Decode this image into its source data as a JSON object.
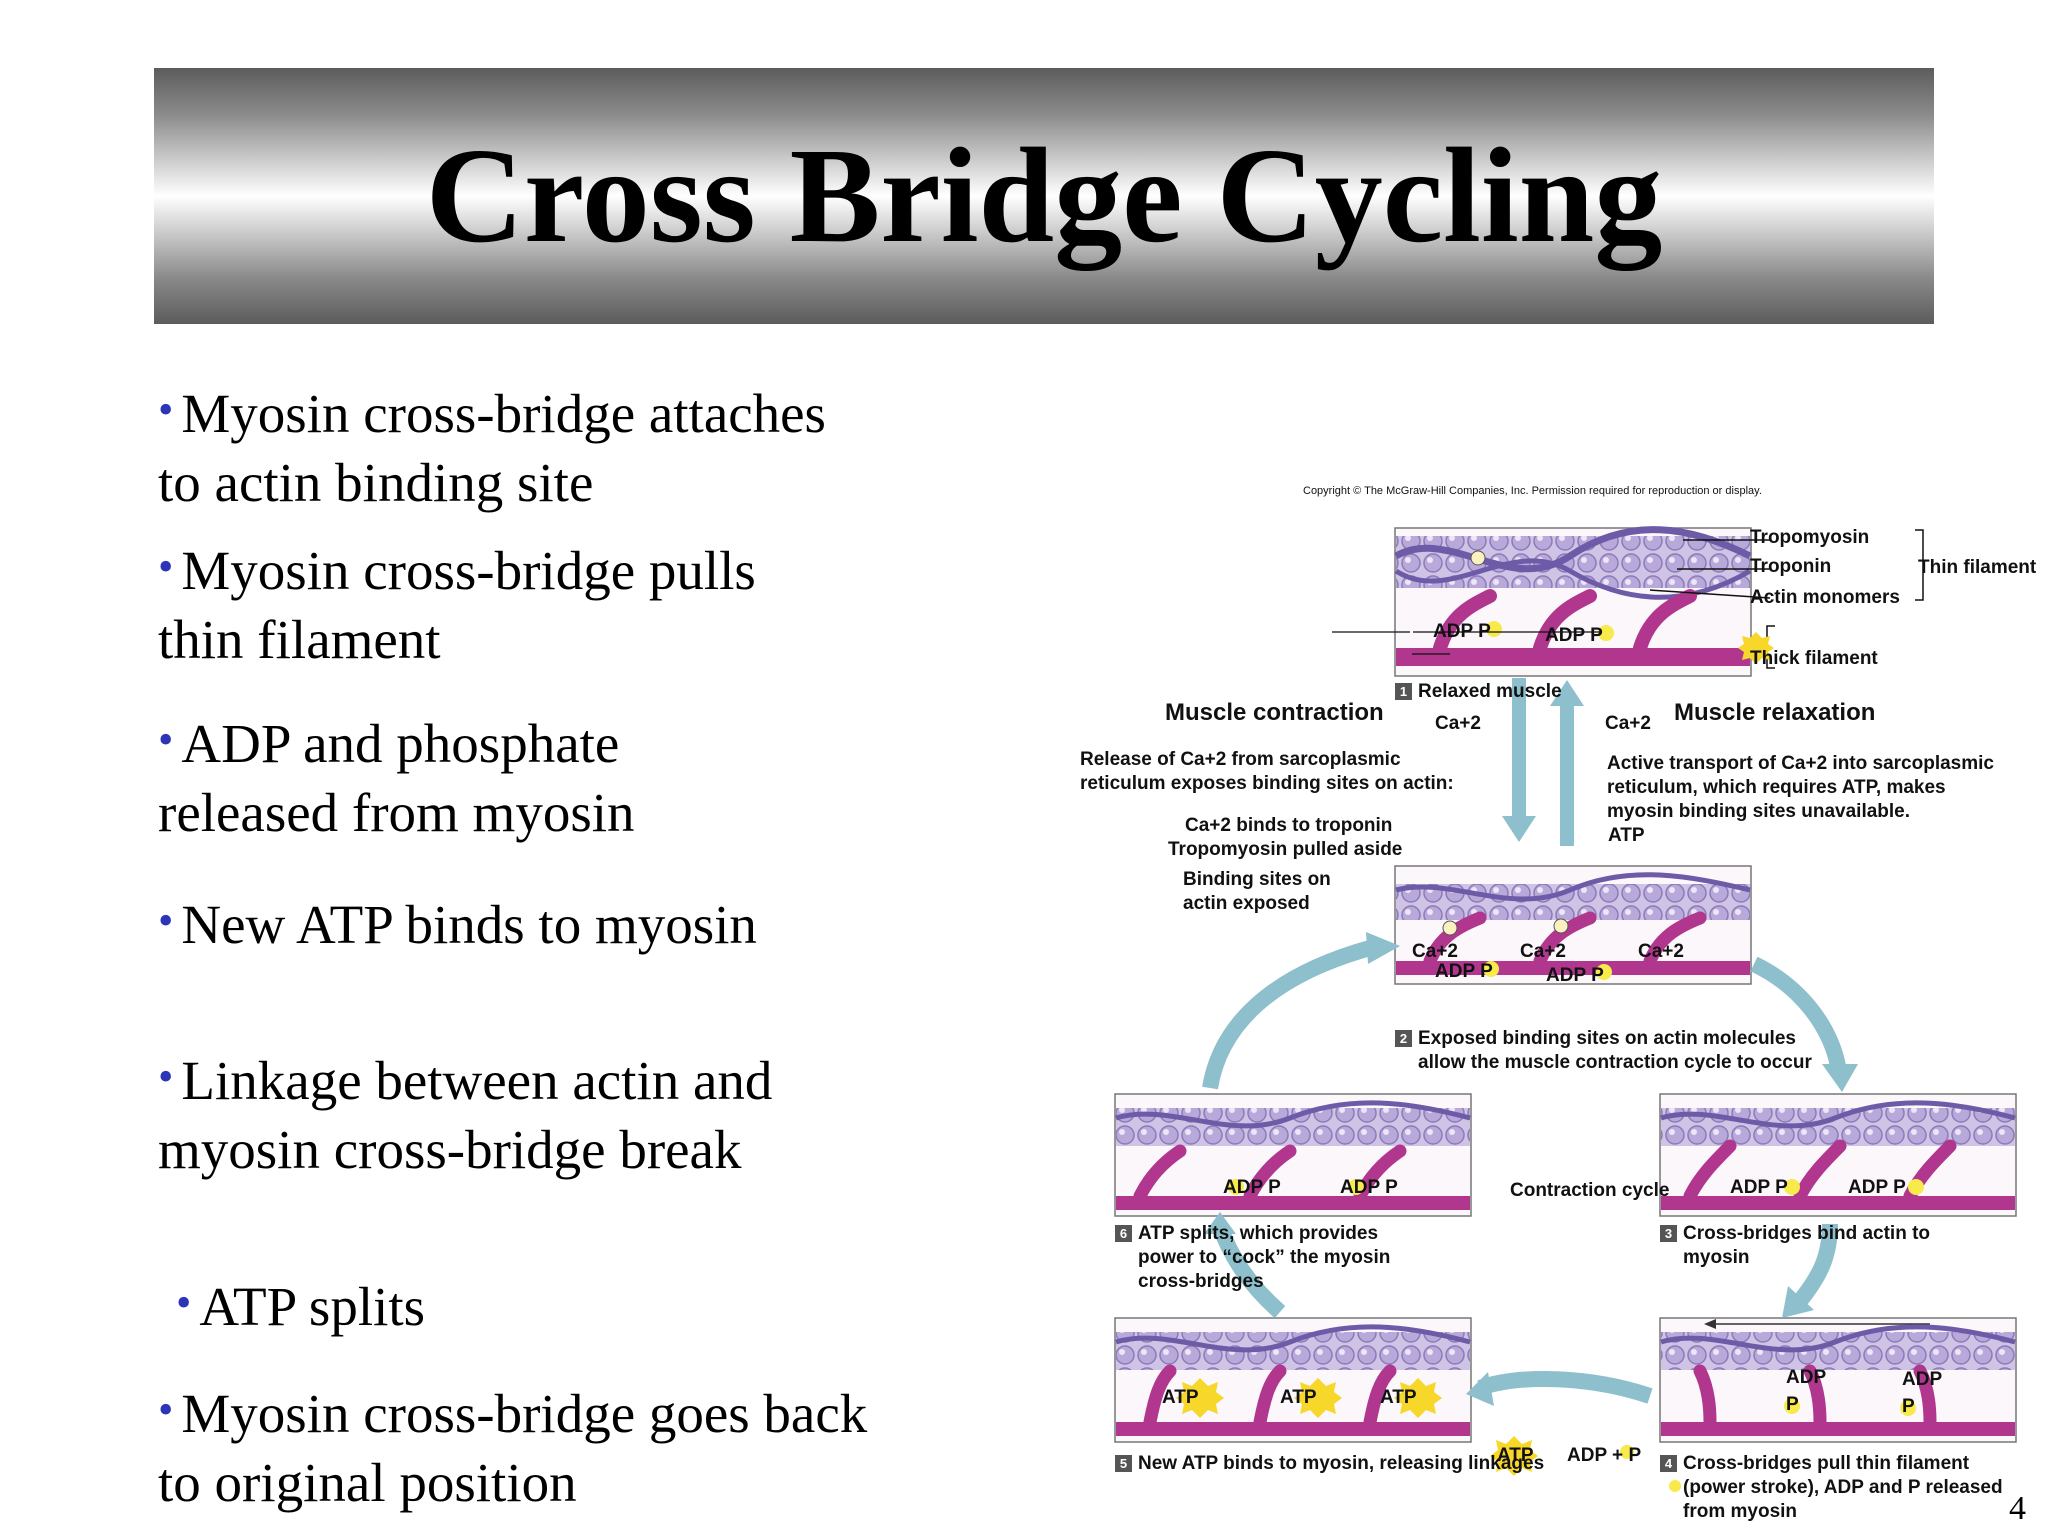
{
  "slide": {
    "title": "Cross Bridge Cycling",
    "page_number": "4",
    "bullets": [
      {
        "line1": "Myosin cross-bridge attaches",
        "line2": "to actin binding site"
      },
      {
        "line1": "Myosin cross-bridge pulls",
        "line2": "thin filament"
      },
      {
        "line1": "ADP and phosphate",
        "line2": "released from myosin"
      },
      {
        "line1": "New ATP binds to myosin",
        "line2": ""
      },
      {
        "line1": "Linkage between actin and",
        "line2": "myosin cross-bridge break"
      },
      {
        "line1": "ATP splits",
        "line2": ""
      },
      {
        "line1": "Myosin cross-bridge goes back",
        "line2": "to original position"
      }
    ]
  },
  "figure": {
    "copyright": "Copyright © The McGraw-Hill Companies, Inc. Permission required for reproduction or display.",
    "labels": {
      "tropomyosin": "Tropomyosin",
      "troponin": "Troponin",
      "actin_monomers": "Actin monomers",
      "thin_filament": "Thin filament",
      "thick_filament": "Thick filament",
      "relaxed_muscle": "Relaxed muscle",
      "muscle_contraction": "Muscle contraction",
      "muscle_relaxation": "Muscle relaxation",
      "release_line1": "Release of Ca+2 from sarcoplasmic",
      "release_line2": "reticulum exposes binding sites on actin:",
      "active_line1": "Active transport of Ca+2 into sarcoplasmic",
      "active_line2": "reticulum, which requires ATP, makes",
      "active_line3": "myosin binding sites unavailable.",
      "ca_binds": "Ca+2 binds to troponin",
      "tropo_aside": "Tropomyosin pulled aside",
      "binding_line1": "Binding sites on",
      "binding_line2": "actin exposed",
      "step2_line1": "Exposed binding sites on actin molecules",
      "step2_line2": "allow the muscle contraction cycle to occur",
      "contraction_cycle": "Contraction cycle",
      "step6_line1": "ATP splits, which provides",
      "step6_line2": "power to “cock” the myosin",
      "step6_line3": "cross-bridges",
      "step3_line1": "Cross-bridges bind actin to",
      "step3_line2": "myosin",
      "step5": "New ATP binds to myosin, releasing linkages",
      "step4_line1": "Cross-bridges pull thin filament",
      "step4_line2": "(power stroke), ADP and  P  released",
      "step4_line3": "from myosin",
      "ca": "Ca+2",
      "adp": "ADP",
      "p": "P",
      "atp": "ATP",
      "adp_plus": "ADP +",
      "n1": "1",
      "n2": "2",
      "n3": "3",
      "n4": "4",
      "n5": "5",
      "n6": "6"
    }
  }
}
